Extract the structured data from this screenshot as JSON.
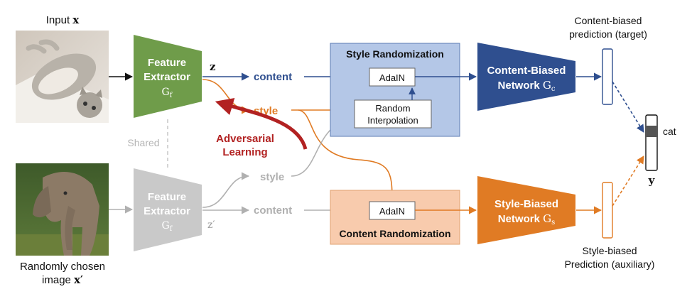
{
  "input_image": {
    "label_prefix": "Input ",
    "label_var": "x",
    "depiction": "cat photo"
  },
  "random_image": {
    "label_line1": "Randomly chosen",
    "label_line2_prefix": "image ",
    "label_var": "x′",
    "depiction": "elephant photo"
  },
  "feature_extractor_top": {
    "line1": "Feature",
    "line2": "Extractor",
    "symbol": "G",
    "subscript": "f",
    "color": "#6f9c4a"
  },
  "feature_extractor_bottom": {
    "line1": "Feature",
    "line2": "Extractor",
    "symbol": "G",
    "subscript": "f",
    "color": "#c9c9c9"
  },
  "shared_label": "Shared",
  "z_label": "z",
  "z_prime_label": "z′",
  "content_top": "content",
  "style_top": "style",
  "style_bottom": "style",
  "content_bottom": "content",
  "adversarial": {
    "line1": "Adversarial",
    "line2": "Learning",
    "color": "#b22222"
  },
  "style_randomization": {
    "title": "Style Randomization",
    "adain": "AdaIN",
    "random_line1": "Random",
    "random_line2": "Interpolation",
    "fill": "#b4c7e7"
  },
  "content_randomization": {
    "title": "Content Randomization",
    "adain": "AdaIN",
    "fill": "#f8cbad"
  },
  "content_biased_network": {
    "line1": "Content-Biased",
    "line2_prefix": "Network ",
    "symbol": "G",
    "subscript": "c",
    "color": "#2f4f8f"
  },
  "style_biased_network": {
    "line1": "Style-Biased",
    "line2_prefix": "Network ",
    "symbol": "G",
    "subscript": "s",
    "color": "#e07b24"
  },
  "content_pred": {
    "line1": "Content-biased",
    "line2": "prediction (target)"
  },
  "style_pred": {
    "line1": "Style-biased",
    "line2": "Prediction (auxiliary)"
  },
  "output": {
    "label": "cat",
    "var": "y"
  },
  "colors": {
    "blue_arrow": "#2f4f8f",
    "orange_arrow": "#e07b24",
    "gray_arrow": "#b0b0b0",
    "red_arrow": "#b22222"
  }
}
